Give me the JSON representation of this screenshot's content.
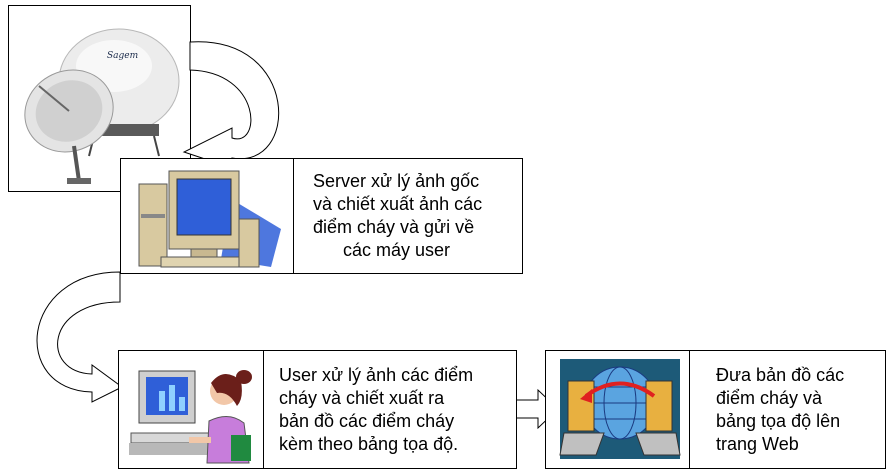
{
  "steps": {
    "server": {
      "lines": [
        "Server xử lý ảnh gốc",
        "và chiết xuất ảnh các",
        "điểm cháy và gửi về",
        "các máy user"
      ]
    },
    "user": {
      "lines": [
        "User xử lý  ảnh các điểm",
        "cháy và chiết xuất ra",
        "bản đồ các điểm cháy",
        "kèm theo bảng tọa độ."
      ]
    },
    "web": {
      "lines": [
        "Đưa bản đồ các",
        "điểm cháy và",
        "bảng tọa độ lên",
        "trang Web"
      ]
    }
  },
  "satellite_logo_text": "Sagem",
  "colors": {
    "arrow_fill": "#ffffff",
    "stroke": "#000000",
    "monitor_screen": "#2f5fd8",
    "tower_body": "#d8c9a0",
    "skin": "#f2c7a8",
    "shirt": "#c77ddb",
    "hair": "#6b1f1a",
    "web_bg": "#1d5a78",
    "globe": "#5aa4e0",
    "laptop": "#e8b040",
    "red_arrow": "#e02020"
  }
}
